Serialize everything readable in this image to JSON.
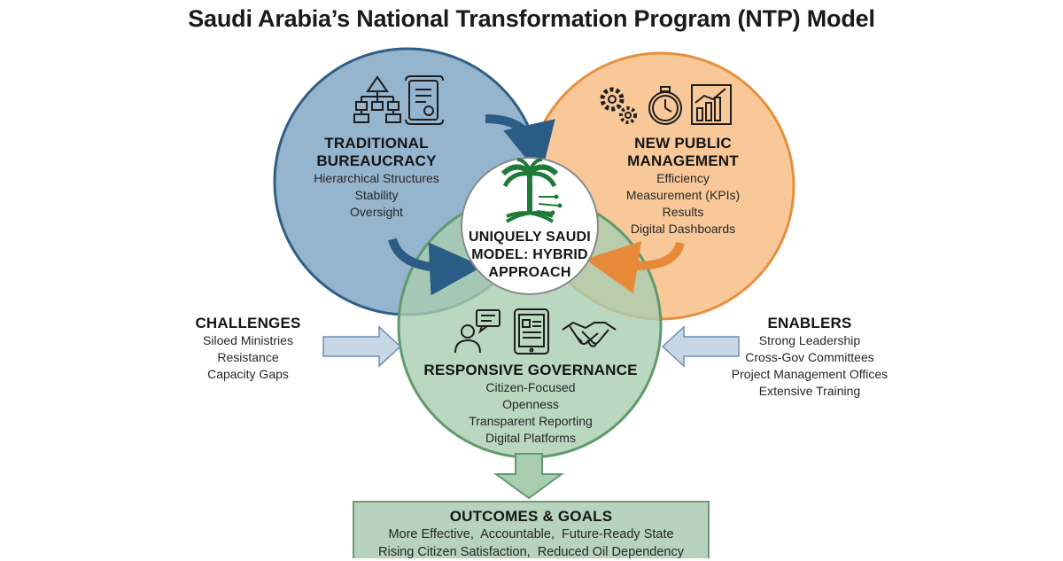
{
  "title": "Saudi Arabia’s National Transformation Program (NTP) Model",
  "colors": {
    "blue_fill": "#7ea4c3",
    "blue_stroke": "#2f5f86",
    "orange_fill": "#f6bc82",
    "orange_stroke": "#e6903f",
    "green_fill": "#a9cdb0",
    "green_stroke": "#5f9a6c",
    "center_fill": "#ffffff",
    "center_stroke": "#8a8a8a",
    "arrow_blue": "#2b5c86",
    "arrow_orange": "#e68a3a",
    "outcome_fill": "#b7d3bd",
    "outcome_stroke": "#6d9a78"
  },
  "traditional": {
    "title_lines": [
      "TRADITIONAL",
      "BUREAUCRACY"
    ],
    "items": [
      "Hierarchical Structures",
      "Stability",
      "Oversight"
    ],
    "icons": [
      "hierarchy-pyramid-icon",
      "scroll-certificate-icon"
    ]
  },
  "npm": {
    "title_lines": [
      "NEW PUBLIC",
      "MANAGEMENT"
    ],
    "items": [
      "Efficiency",
      "Measurement (KPIs)",
      "Results",
      "Digital Dashboards"
    ],
    "icons": [
      "gears-icon",
      "stopwatch-icon",
      "bar-chart-icon"
    ]
  },
  "center": {
    "title_lines": [
      "UNIQUELY SAUDI",
      "MODEL: HYBRID",
      "APPROACH"
    ],
    "icons": [
      "palm-swords-circuit-icon"
    ]
  },
  "responsive": {
    "title": "RESPONSIVE GOVERNANCE",
    "items": [
      "Citizen-Focused",
      "Openness",
      "Transparent Reporting",
      "Digital Platforms"
    ],
    "icons": [
      "person-chat-icon",
      "tablet-icon",
      "handshake-icon"
    ]
  },
  "challenges": {
    "title": "CHALLENGES",
    "items": [
      "Siloed Ministries",
      "Resistance",
      "Capacity Gaps"
    ]
  },
  "enablers": {
    "title": "ENABLERS",
    "items": [
      "Strong Leadership",
      "Cross-Gov Committees",
      "Project Management Offices",
      "Extensive Training"
    ]
  },
  "outcomes": {
    "title": "OUTCOMES & GOALS",
    "items": [
      "More Effective,  Accountable,  Future-Ready State",
      "Rising Citizen Satisfaction,  Reduced Oil Dependency"
    ]
  }
}
